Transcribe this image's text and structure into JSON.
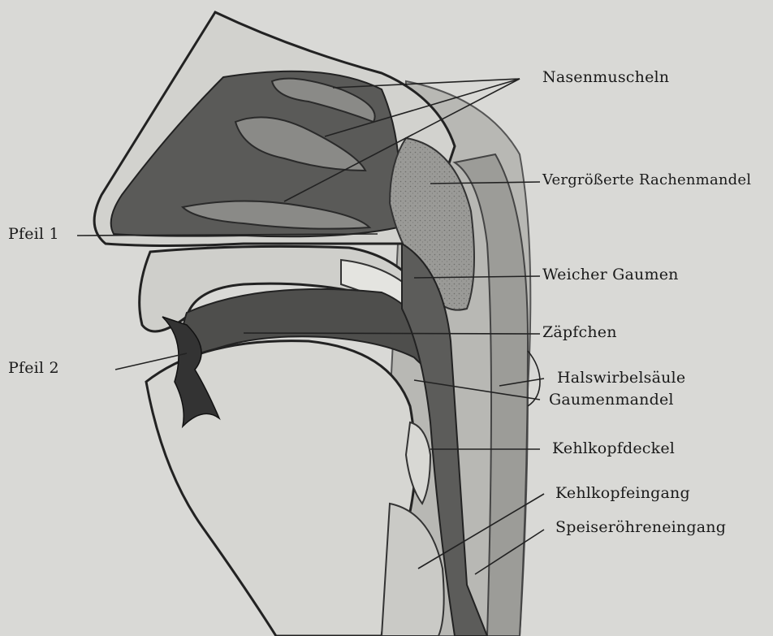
{
  "colors": {
    "paper": "#d9d9d6",
    "ink": "#1a1a1a",
    "cavity_dark": "#4a4a4a",
    "tissue_mid": "#8a8a88",
    "tissue_light": "#c8c8c4",
    "bone_pale": "#e6e6e2"
  },
  "labels": {
    "nasenmuscheln": "Nasenmuscheln",
    "rachenmandel": "Vergrößerte Rachenmandel",
    "pfeil1": "Pfeil 1",
    "weicher_gaumen": "Weicher Gaumen",
    "zaepfchen": "Zäpfchen",
    "pfeil2": "Pfeil 2",
    "halswirbelsaeule": "Halswirbelsäule",
    "gaumenmandel": "Gaumenmandel",
    "kehlkopfdeckel": "Kehlkopfdeckel",
    "kehlkopfeingang": "Kehlkopfeingang",
    "speiseroehreneingang": "Speiseröhreneingang"
  }
}
